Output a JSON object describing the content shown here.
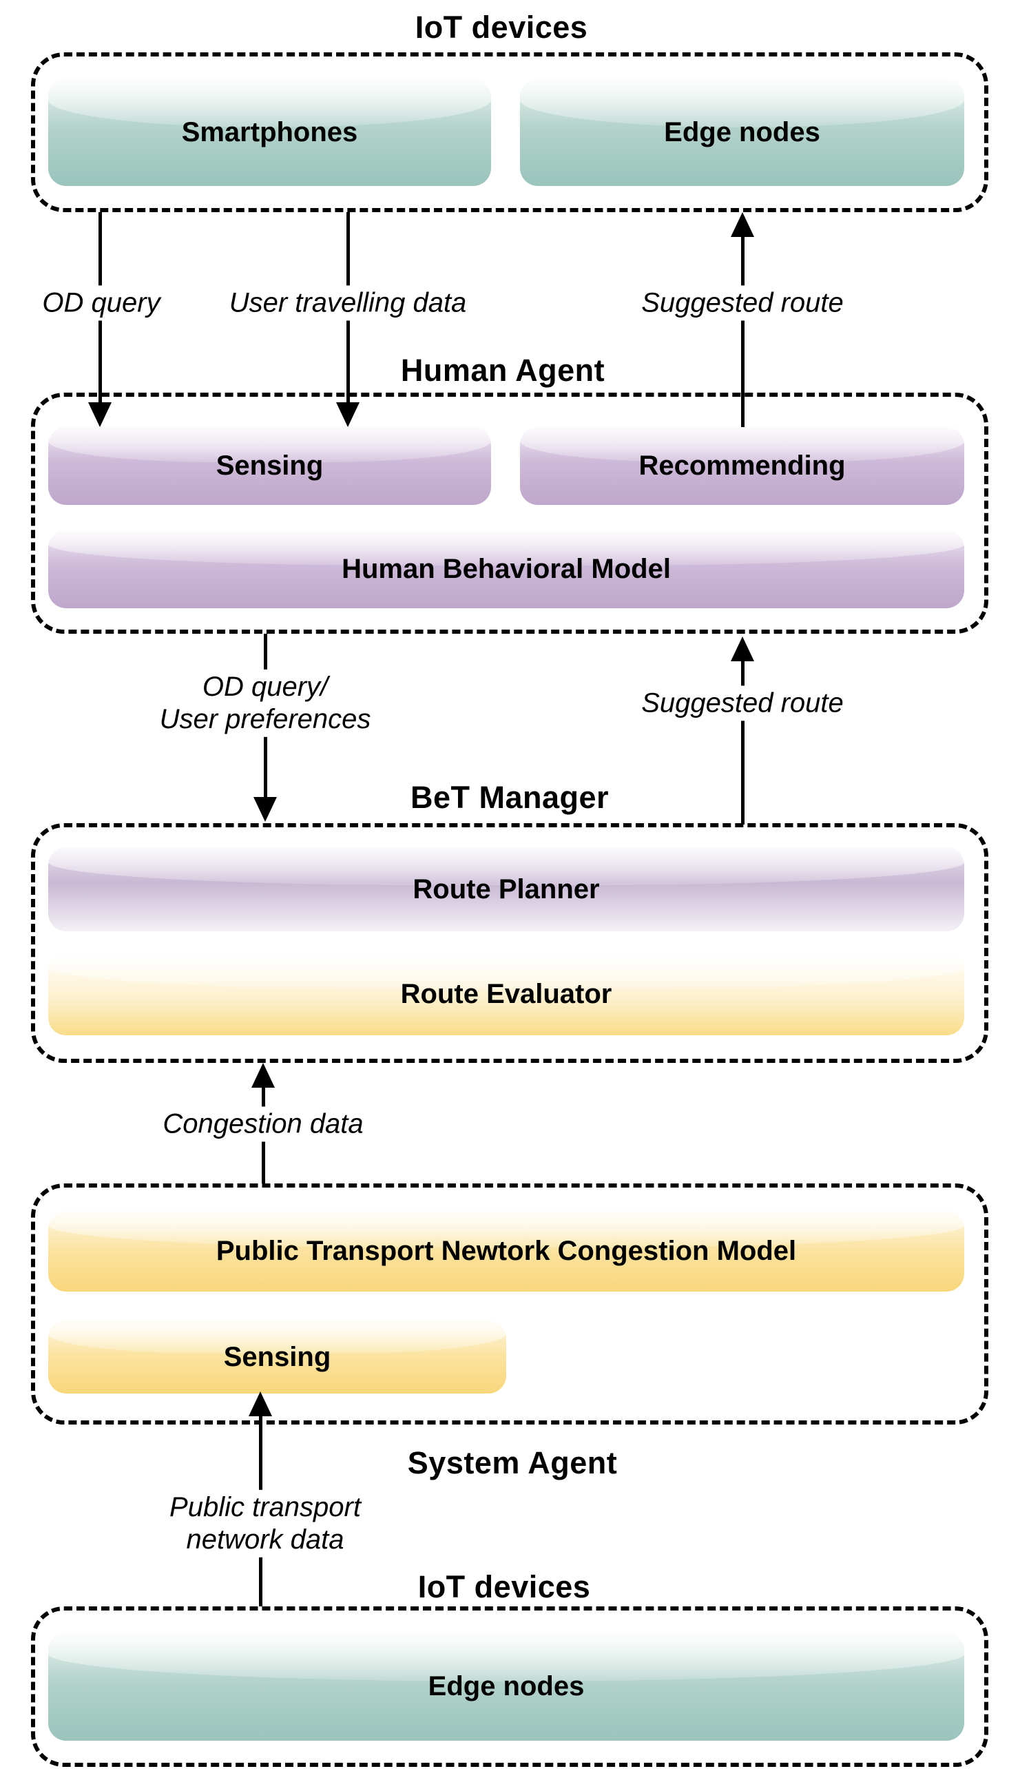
{
  "sections": {
    "iot_top": {
      "title": "IoT devices",
      "smartphones": "Smartphones",
      "edge_nodes": "Edge nodes"
    },
    "human_agent": {
      "title": "Human Agent",
      "sensing": "Sensing",
      "recommending": "Recommending",
      "behavioral_model": "Human Behavioral Model"
    },
    "bet_manager": {
      "title": "BeT Manager",
      "route_planner": "Route Planner",
      "route_evaluator": "Route Evaluator"
    },
    "system_agent": {
      "title": "System Agent",
      "congestion_model": "Public Transport Newtork Congestion Model",
      "sensing": "Sensing"
    },
    "iot_bottom": {
      "title": "IoT devices",
      "edge_nodes": "Edge nodes"
    }
  },
  "arrows": {
    "od_query": {
      "label": "OD query",
      "direction": "down"
    },
    "user_travelling_data": {
      "label": "User travelling data",
      "direction": "down"
    },
    "suggested_route_top": {
      "label": "Suggested route",
      "direction": "up"
    },
    "od_query_user_preferences": {
      "line1": "OD query/",
      "line2": "User preferences",
      "direction": "down"
    },
    "suggested_route_mid": {
      "label": "Suggested route",
      "direction": "up"
    },
    "congestion_data": {
      "label": "Congestion data",
      "direction": "up"
    },
    "public_transport_network_data": {
      "line1": "Public transport",
      "line2": "network data",
      "direction": "up"
    }
  },
  "colors": {
    "teal_node": "#9ac4bc",
    "purple_node": "#bea7cb",
    "yellow_node": "#f8d67b",
    "outline": "#000000",
    "background": "#ffffff"
  }
}
